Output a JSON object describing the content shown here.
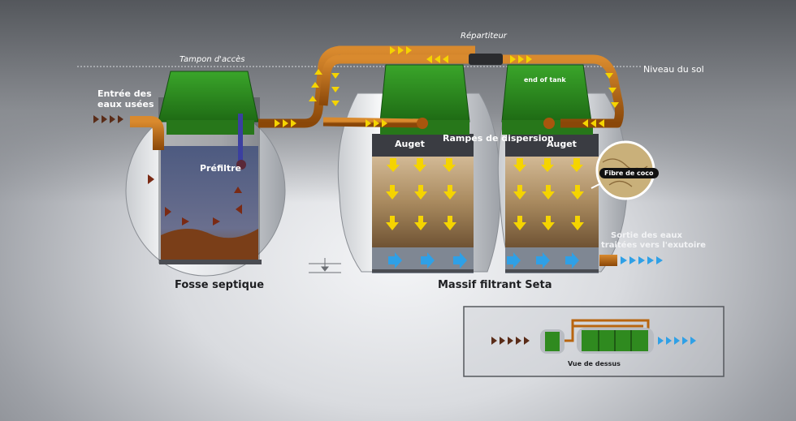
{
  "labels": {
    "repartiteur": "Répartiteur",
    "tampon": "Tampon d'accès",
    "niveau_sol": "Niveau du sol",
    "entree_line1": "Entrée des",
    "entree_line2": "eaux usées",
    "end_of_tank": "end of tank",
    "prefiltre": "Préfiltre",
    "auget_left": "Auget",
    "auget_right": "Auget",
    "rampes": "Rampes de dispersion",
    "fibre": "Fibre de coco",
    "sortie_line1": "Sortie des eaux",
    "sortie_line2": "traitées vers l'exutoire",
    "fosse": "Fosse septique",
    "massif": "Massif filtrant Seta",
    "vue": "Vue de dessus"
  },
  "colors": {
    "pipe": "#b8650f",
    "tank_green": "#2f8a1f",
    "flow_yellow": "#f5d400",
    "outflow_blue": "#2fa0e6",
    "inflow_brown": "#5a2c18"
  }
}
